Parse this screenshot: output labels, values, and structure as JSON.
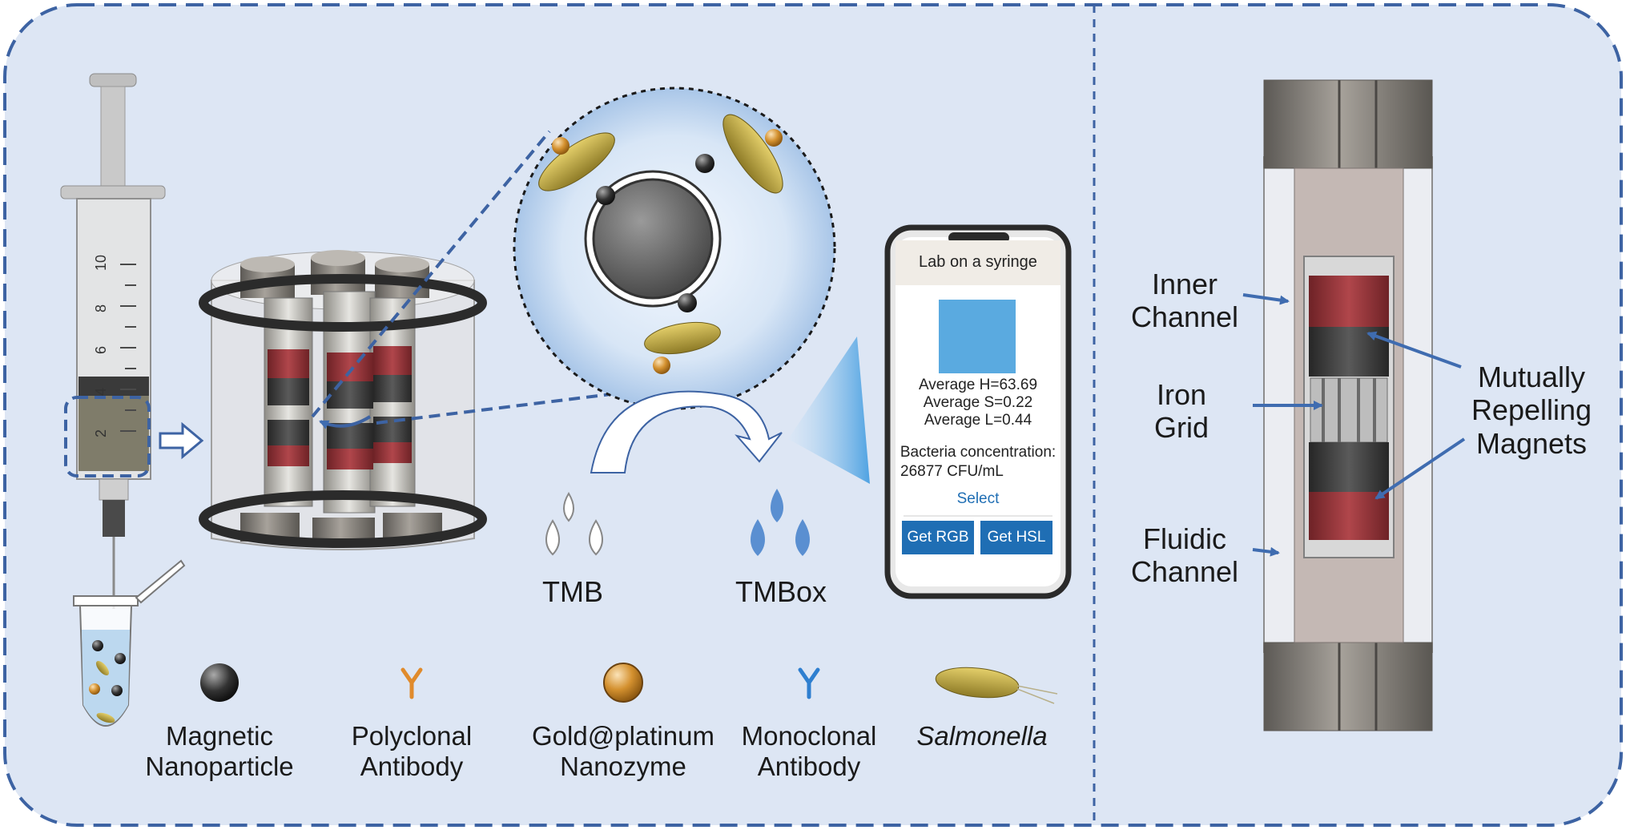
{
  "left_panel": {
    "syringe": {
      "scale_labels": [
        "10",
        "8",
        "6",
        "4",
        "2"
      ]
    },
    "reaction": {
      "substrate_label": "TMB",
      "product_label": "TMBox"
    },
    "phone": {
      "app_title": "Lab on a syringe",
      "result_lines": [
        "Average H=63.69",
        "Average S=0.22",
        "Average L=0.44"
      ],
      "concentration_label": "Bacteria concentration:",
      "concentration_value": "26877 CFU/mL",
      "select_label": "Select",
      "get_rgb_label": "Get RGB",
      "get_hsl_label": "Get HSL",
      "swatch_color": "#5aaae0"
    },
    "legend": [
      {
        "line1": "Magnetic",
        "line2": "Nanoparticle",
        "italic": false
      },
      {
        "line1": "Polyclonal",
        "line2": "Antibody",
        "italic": false
      },
      {
        "line1": "Gold@platinum",
        "line2": "Nanozyme",
        "italic": false
      },
      {
        "line1": "Monoclonal",
        "line2": "Antibody",
        "italic": false
      },
      {
        "line1": "Salmonella",
        "line2": "",
        "italic": true
      }
    ]
  },
  "right_panel": {
    "labels": {
      "inner_channel": [
        "Inner",
        "Channel"
      ],
      "iron_grid": [
        "Iron",
        "Grid"
      ],
      "fluidic_channel": [
        "Fluidic",
        "Channel"
      ],
      "magnets": [
        "Mutually",
        "Repelling",
        "Magnets"
      ]
    }
  },
  "colors": {
    "panel_fill": "#dde6f4",
    "dash_border": "#3d63a3",
    "arrow_blue": "#3f6cb0",
    "magnet_red": "#8a2f34",
    "magnet_dark": "#3a3a3a",
    "droplet_blue": "#5a8fd1",
    "button_blue": "#1f6eb4"
  }
}
